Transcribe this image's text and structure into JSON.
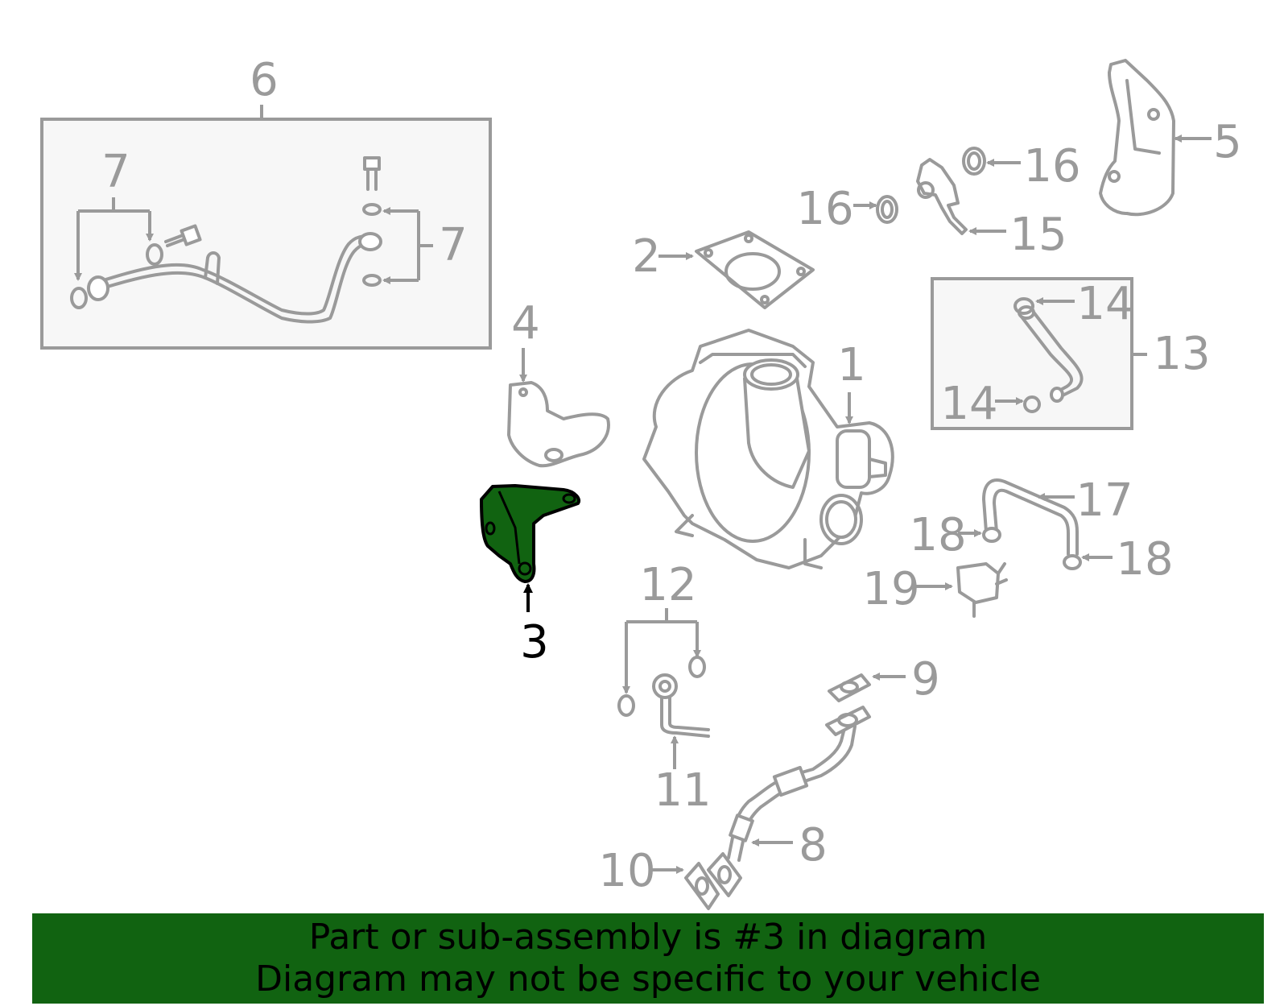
{
  "diagram": {
    "callouts": {
      "c1": "1",
      "c2": "2",
      "c3": "3",
      "c4": "4",
      "c5": "5",
      "c6": "6",
      "c7a": "7",
      "c7b": "7",
      "c8": "8",
      "c9": "9",
      "c10": "10",
      "c11": "11",
      "c12": "12",
      "c13": "13",
      "c14a": "14",
      "c14b": "14",
      "c15": "15",
      "c16a": "16",
      "c16b": "16",
      "c17": "17",
      "c18a": "18",
      "c18b": "18",
      "c19": "19"
    },
    "highlighted_part": "3",
    "colors": {
      "highlight": "#116311",
      "part_line": "#9a9a9a",
      "banner": "#116311",
      "group_box": "#f7f7f7"
    }
  },
  "banner": {
    "line1": "Part or sub-assembly is #3 in diagram",
    "line2": "Diagram may not be specific to your vehicle"
  }
}
